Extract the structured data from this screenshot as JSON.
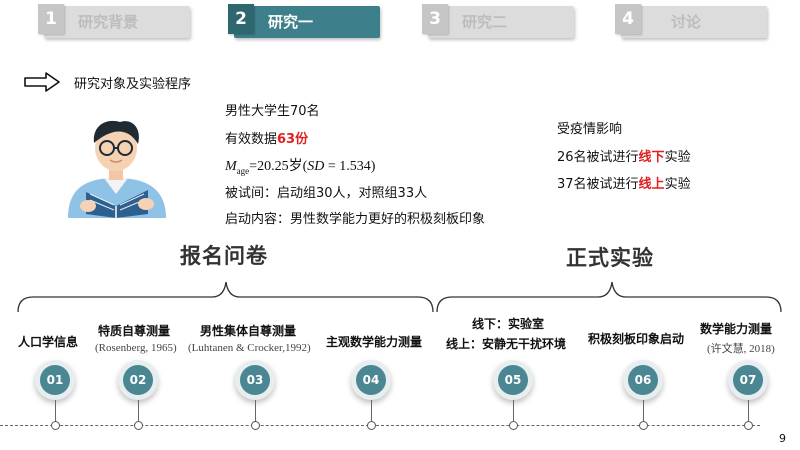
{
  "tabs": [
    {
      "num": "1",
      "label": "研究背景",
      "active": false
    },
    {
      "num": "2",
      "label": "研究一",
      "active": true
    },
    {
      "num": "3",
      "label": "研究二",
      "active": false
    },
    {
      "num": "4",
      "label": "讨论",
      "active": false
    }
  ],
  "section": {
    "title": "研究对象及实验程序",
    "arrow_icon": "right-arrow-icon"
  },
  "info": {
    "participants": "男性大学生70名",
    "valid_prefix": "有效数据",
    "valid_value": "63份",
    "mage_symbol": "M",
    "mage_sub": "age",
    "mage_rest": "=20.25岁(",
    "sd_symbol": "SD",
    "sd_value": " = 1.534)",
    "groups": "被试间：启动组30人，对照组33人",
    "priming": "启动内容：男性数学能力更好的积极刻板印象"
  },
  "covid": {
    "title": "受疫情影响",
    "offline_prefix": "26名被试进行",
    "offline_hl": "线下",
    "offline_suffix": "实验",
    "online_prefix": "37名被试进行",
    "online_hl": "线上",
    "online_suffix": "实验"
  },
  "phases": {
    "left": "报名问卷",
    "right": "正式实验"
  },
  "steps": [
    {
      "num": "01",
      "label": "人口学信息",
      "sub": ""
    },
    {
      "num": "02",
      "label": "特质自尊测量",
      "sub": "(Rosenberg, 1965)"
    },
    {
      "num": "03",
      "label": "男性集体自尊测量",
      "sub": "(Luhtanen & Crocker,1992)"
    },
    {
      "num": "04",
      "label": "主观数学能力测量",
      "sub": ""
    },
    {
      "num": "05",
      "label": "线下：实验室",
      "sub": "线上：安静无干扰环境"
    },
    {
      "num": "06",
      "label": "积极刻板印象启动",
      "sub": ""
    },
    {
      "num": "07",
      "label": "数学能力测量",
      "sub": "(许文慧, 2018)"
    }
  ],
  "page_number": "9",
  "colors": {
    "accent": "#3d7f8a",
    "node": "#4a8792",
    "highlight": "#e02020",
    "inactive_tab": "#dcdcdc"
  }
}
